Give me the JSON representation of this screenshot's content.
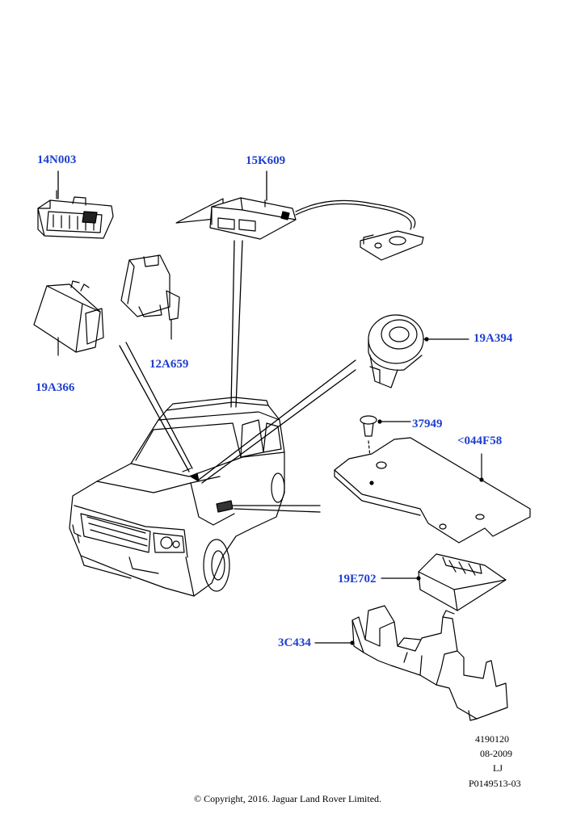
{
  "parts": [
    {
      "id": "p1",
      "code": "14N003"
    },
    {
      "id": "p2",
      "code": "15K609"
    },
    {
      "id": "p3",
      "code": "12A659"
    },
    {
      "id": "p4",
      "code": "19A366"
    },
    {
      "id": "p5",
      "code": "19A394"
    },
    {
      "id": "p6",
      "code": "37949"
    },
    {
      "id": "p7",
      "code": "<044F58"
    },
    {
      "id": "p8",
      "code": "19E702"
    },
    {
      "id": "p9",
      "code": "3C434"
    }
  ],
  "reference": {
    "line1": "4190120",
    "line2": "08-2009",
    "line3": "LJ",
    "line4": "P0149513-03"
  },
  "copyright": "© Copyright, 2016. Jaguar Land Rover Limited."
}
